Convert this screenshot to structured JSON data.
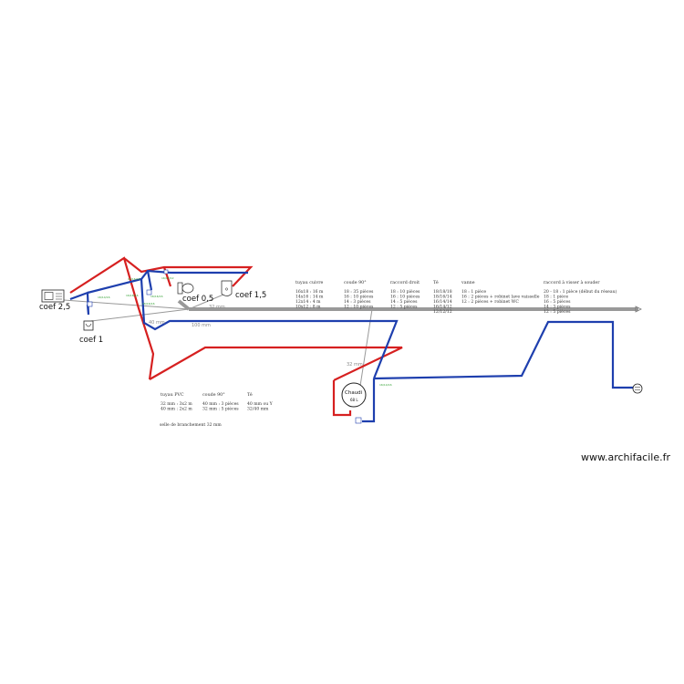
{
  "colors": {
    "hot": "#d62020",
    "cold": "#1e3fae",
    "drain": "#999999",
    "label_green": "#2e9e2e"
  },
  "fixtures": {
    "sink_coef": "coef 2,5",
    "lavabo_coef": "coef 1",
    "wc_coef": "coef 0,5",
    "shower_coef": "coef 1,5",
    "boiler_label": "Chaudi",
    "boiler_sub": "68 L"
  },
  "drain_labels": {
    "d40": "40 mm",
    "d100": "100 mm",
    "d32a": "32 mm",
    "d32b": "32 mm"
  },
  "pipe_labels": {
    "g1": "16/14/16",
    "g2": "16/16/16",
    "g3": "16/12/12",
    "g4": "16/16/16",
    "g5": "16/16/16",
    "g6": "16/16/16",
    "g7": "16/14/16"
  },
  "tables_top": [
    {
      "title": "tuyau cuivre",
      "lines": [
        "16x18 : 16 m",
        "14x16 : 14 m",
        "12x14 : 4 m",
        "10x12 : 8 m"
      ]
    },
    {
      "title": "coude 90°",
      "lines": [
        "18 : 35 pièces",
        "16 : 10 pièces",
        "14 : 3 pièces",
        "12 : 10 pièces"
      ]
    },
    {
      "title": "raccord droit",
      "lines": [
        "18 : 10 pièces",
        "16 : 10 pièces",
        "14 : 5 pièces",
        "12 : 5 pièces"
      ]
    },
    {
      "title": "Té",
      "lines": [
        "18/18/18",
        "18/16/14",
        "16/14/14",
        "16/14/12",
        "12/12/12"
      ]
    },
    {
      "title": "vanne",
      "lines": [
        "18 : 1 pièce",
        "16 : 2 pièces + robinet lave vaisselle",
        "12 : 2 pièces + robinet WC"
      ]
    },
    {
      "title": "raccord à visser à souder",
      "lines": [
        "20 - 18 : 1 pièce (début du réseau)",
        "18 : 1 pièce",
        "16 : 5 pièces",
        "14 : 3 pièces",
        "12 : 5 pièces"
      ]
    }
  ],
  "tables_bottom": [
    {
      "title": "tuyau PVC",
      "lines": [
        "32 mm : 3x2 m",
        "40 mm : 2x2 m"
      ]
    },
    {
      "title": "coude 90°",
      "lines": [
        "40 mm : 3 pièces",
        "32 mm : 5 pièces"
      ]
    },
    {
      "title": "Té",
      "lines": [
        "40 mm ou Y",
        "32/40 mm"
      ]
    }
  ],
  "bottom_note": "selle de branchement 32 mm",
  "watermark": "www.archifacile.fr"
}
